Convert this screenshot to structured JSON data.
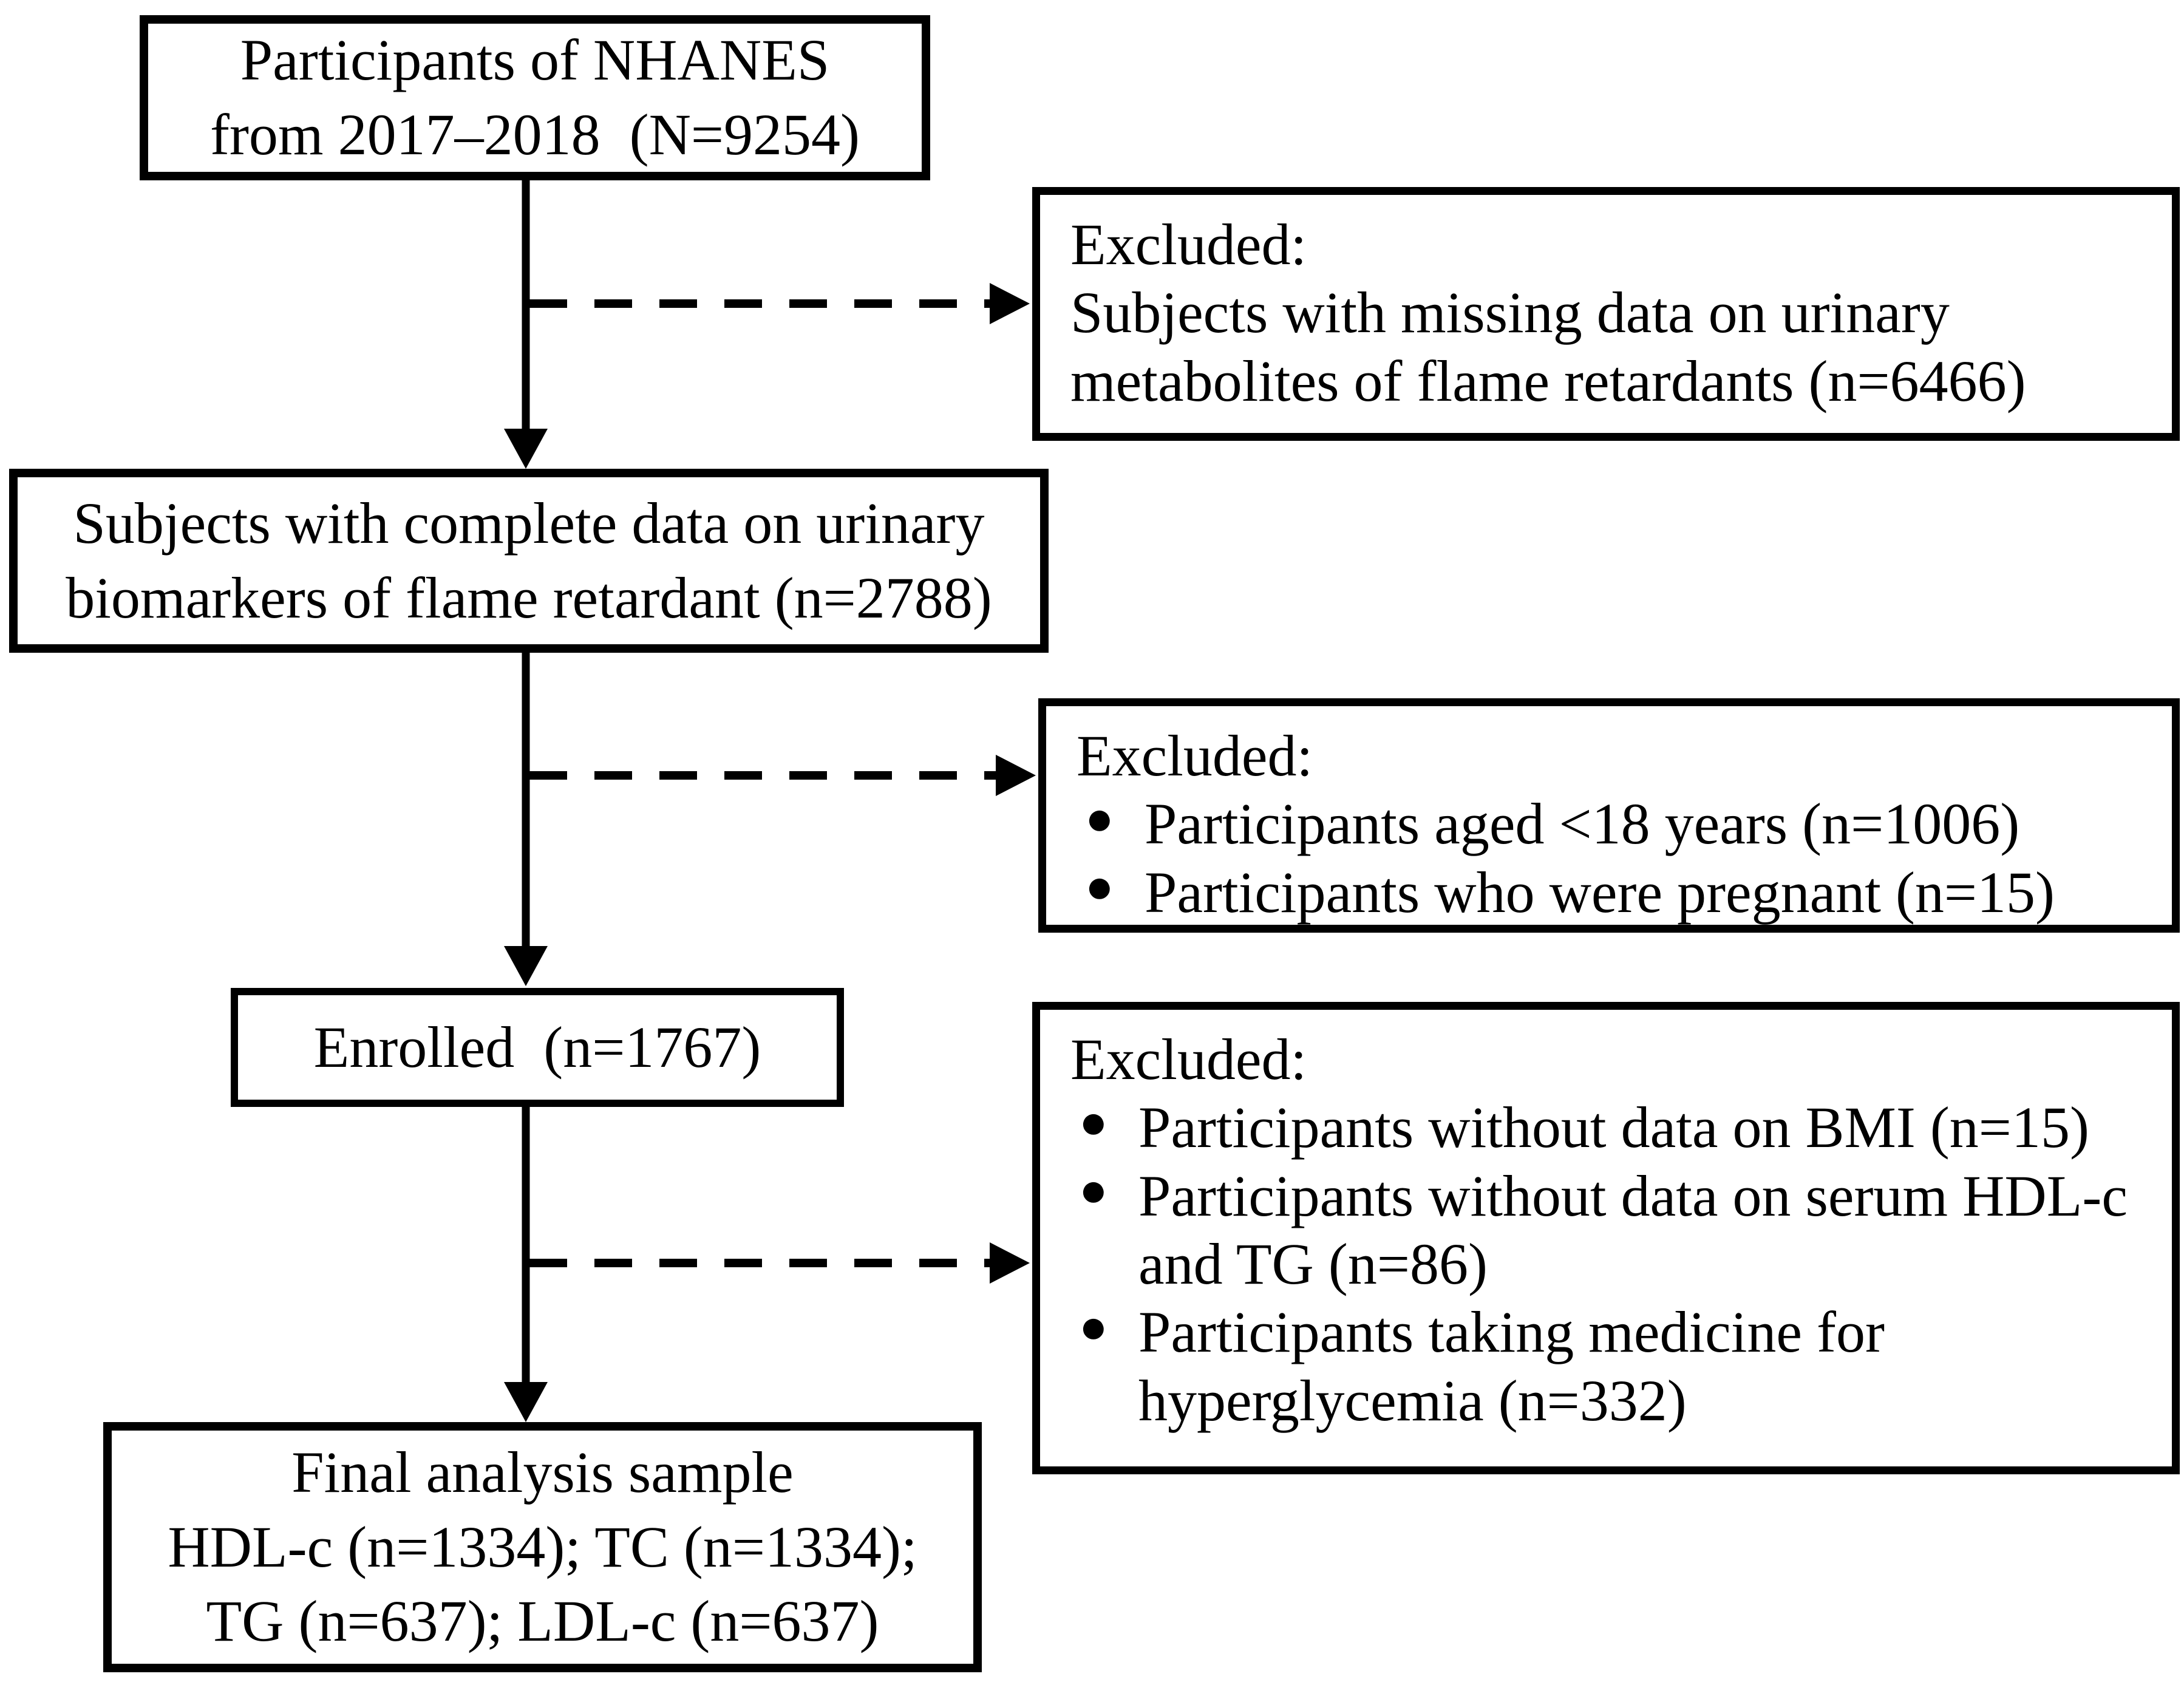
{
  "page": {
    "background": "#ffffff"
  },
  "style": {
    "box_border_color": "#000000",
    "text_color": "#000000",
    "arrow_color": "#000000"
  },
  "glyphs": {
    "bullet": "●"
  },
  "boxes": {
    "nhanes": {
      "lines": [
        "Participants of NHANES",
        "from 2017–2018  (N=9254)"
      ]
    },
    "excluded1": {
      "heading": "Excluded:",
      "items": [
        {
          "lines": [
            "Subjects with missing data on urinary",
            "metabolites of flame retardants (n=6466)"
          ]
        }
      ]
    },
    "complete": {
      "lines": [
        "Subjects with complete data on urinary",
        "biomarkers of flame retardant (n=2788)"
      ]
    },
    "excluded2": {
      "heading": "Excluded:",
      "items": [
        {
          "lines": [
            "Participants aged <18 years (n=1006)"
          ]
        },
        {
          "lines": [
            "Participants who were pregnant (n=15)"
          ]
        }
      ]
    },
    "enrolled": {
      "lines": [
        "Enrolled  (n=1767)"
      ]
    },
    "excluded3": {
      "heading": "Excluded:",
      "items": [
        {
          "lines": [
            "Participants without data on BMI (n=15)"
          ]
        },
        {
          "lines": [
            "Participants without data on serum HDL-c",
            "and TG (n=86)"
          ]
        },
        {
          "lines": [
            "Participants taking medicine for",
            "hyperglycemia (n=332)"
          ]
        }
      ]
    },
    "final": {
      "lines": [
        "Final analysis sample",
        "HDL-c (n=1334); TC (n=1334);",
        "TG (n=637); LDL-c (n=637)"
      ]
    }
  }
}
